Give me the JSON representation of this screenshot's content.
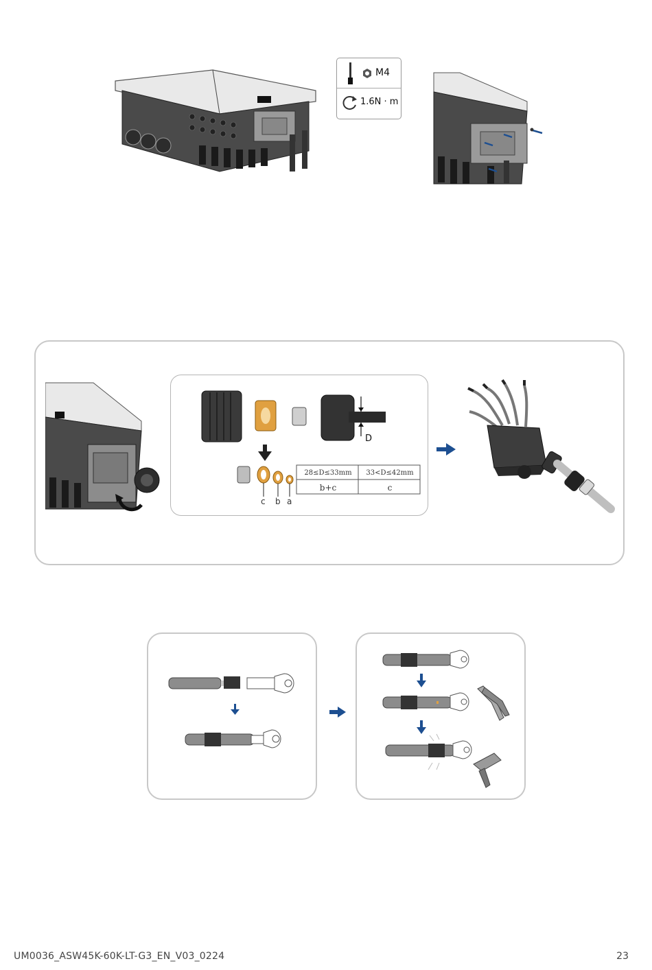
{
  "tool_spec": {
    "size": "M4",
    "torque": "1.6N · m"
  },
  "gland_table": {
    "headers": [
      "28≤D≤33mm",
      "33<D≤42mm"
    ],
    "values": [
      "b+c",
      "c"
    ]
  },
  "labels": {
    "dimension": "D",
    "seal_c": "c",
    "seal_b": "b",
    "seal_a": "a"
  },
  "footer": {
    "doc_id": "UM0036_ASW45K-60K-LT-G3_EN_V03_0224",
    "page": "23"
  },
  "colors": {
    "arrow": "#1d4f91",
    "seal": "#e0a040"
  }
}
